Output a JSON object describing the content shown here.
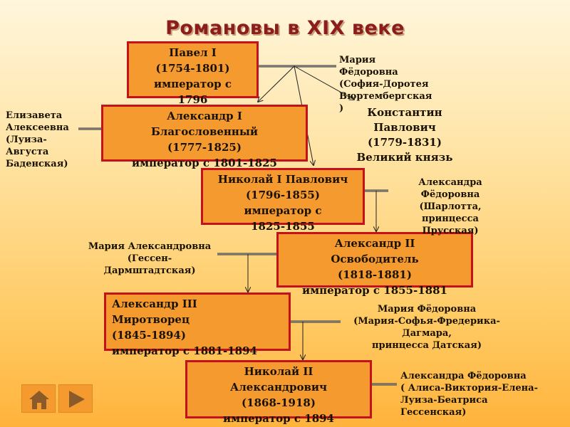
{
  "title": "Романовы в XIX веке",
  "rulers": [
    {
      "lines": [
        "Павел I",
        "(1754-1801)",
        "император с",
        "1796"
      ]
    },
    {
      "lines": [
        "Александр I",
        "Благословенный",
        "(1777-1825)",
        "император с 1801-1825"
      ]
    },
    {
      "lines": [
        "Николай I Павлович",
        "(1796-1855)",
        "император с",
        "1825-1855"
      ]
    },
    {
      "lines": [
        "Александр II",
        "Освободитель",
        "(1818-1881)",
        "император с 1855-1881"
      ]
    },
    {
      "lines": [
        "Александр III",
        "Миротворец",
        "(1845-1894)",
        "император с 1881-1894"
      ]
    },
    {
      "lines": [
        "Николай II",
        "Александрович",
        "(1868-1918)",
        "император с 1894"
      ]
    }
  ],
  "spouses": [
    {
      "lines": [
        "Мария",
        "Фёдоровна",
        "(София-Доротея",
        "Вюртембергская",
        ")"
      ]
    },
    {
      "lines": [
        "Елизавета",
        "Алексеевна",
        "(Луиза-",
        "Августа",
        "Баденская)"
      ]
    },
    {
      "lines": [
        "Александра",
        "Фёдоровна",
        "(Шарлотта,",
        "принцесса",
        "Прусская)"
      ]
    },
    {
      "lines": [
        "Мария Александровна",
        "(Гессен-",
        "Дармштадтская)"
      ]
    },
    {
      "lines": [
        "Мария Фёдоровна",
        "(Мария-Софья-Фредерика-",
        "Дагмара,",
        "принцесса Датская)"
      ]
    },
    {
      "lines": [
        "Александра Фёдоровна",
        "( Алиса-Виктория-Елена-",
        "Луиза-Беатриса",
        "Гессенская)"
      ]
    }
  ],
  "brother": {
    "lines": [
      "Константин",
      "Павлович",
      "(1779-1831)",
      "Великий князь"
    ]
  },
  "nav": {
    "home_icon": "home-icon",
    "next_icon": "play-arrow-icon"
  },
  "colors": {
    "box_fill": "#f59a2e",
    "box_border": "#c1121d",
    "title": "#8b1d1d"
  }
}
